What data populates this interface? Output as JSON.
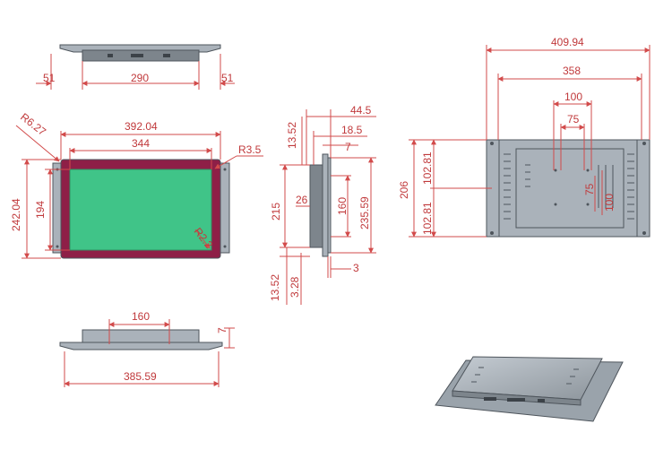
{
  "colors": {
    "dimension": "#c0393b",
    "bezel": "#8e1f47",
    "screen": "#40c488",
    "metal": "#aab2ba",
    "edge": "#4e555c"
  },
  "dims": {
    "top_left": "51",
    "top_mid": "290",
    "top_right": "51",
    "front_radius_corner": "R6.27",
    "front_width_outer": "392.04",
    "front_width_inner": "344",
    "front_radius_small": "R3.5",
    "front_height_outer": "242.04",
    "front_height_inner": "194",
    "front_radius_screen": "R2.2",
    "side_depth_total": "44.5",
    "side_top_offset": "13.52",
    "side_depth_mid": "18.5",
    "side_depth_front": "7",
    "side_height_left": "215",
    "side_hole_depth": "26",
    "side_hole_height": "160",
    "side_height_right": "235.59",
    "side_bottom_offset": "13.52",
    "side_bottom_small": "3.28",
    "side_bottom_right": "3",
    "bottom_span": "160",
    "bottom_right": "7",
    "bottom_width": "385.59",
    "rear_width_outer": "409.94",
    "rear_width_holes": "358",
    "rear_vesa_100": "100",
    "rear_vesa_75": "75",
    "rear_height": "206",
    "rear_half_upper": "102.81",
    "rear_half_lower": "102.81",
    "rear_vert_75": "75",
    "rear_vert_100": "100"
  }
}
